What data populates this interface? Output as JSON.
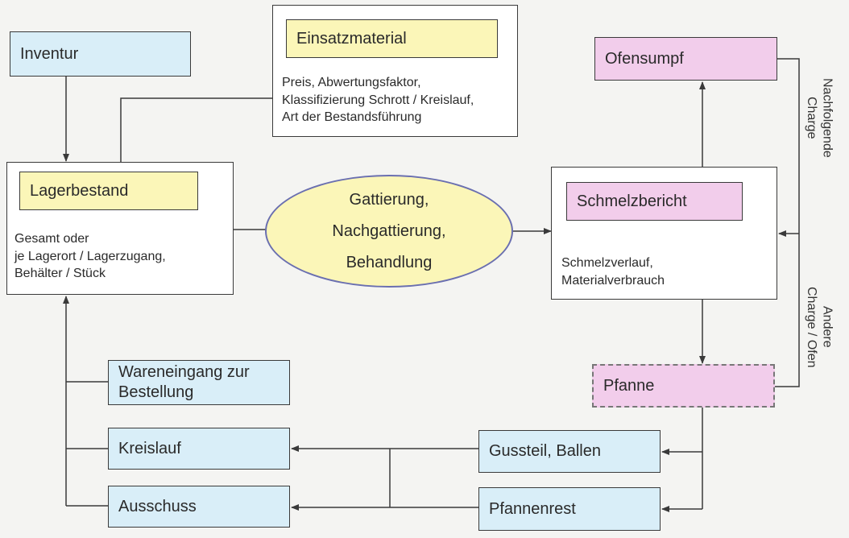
{
  "nodes": {
    "inventur": "Inventur",
    "einsatzmaterial": "Einsatzmaterial",
    "einsatzmaterial_desc": "Preis, Abwertungsfaktor,\nKlassifizierung Schrott / Kreislauf,\nArt der Bestandsführung",
    "lagerbestand": "Lagerbestand",
    "lagerbestand_desc": "Gesamt oder\nje Lagerort / Lagerzugang,\nBehälter / Stück",
    "gattierung": "Gattierung,\nNachgattierung,\nBehandlung",
    "ofensumpf": "Ofensumpf",
    "schmelzbericht": "Schmelzbericht",
    "schmelzbericht_desc": "Schmelzverlauf,\nMaterialverbrauch",
    "pfanne": "Pfanne",
    "wareneingang": "Wareneingang zur\nBestellung",
    "kreislauf": "Kreislauf",
    "ausschuss": "Ausschuss",
    "gussteil": "Gussteil, Ballen",
    "pfannenrest": "Pfannenrest"
  },
  "side_labels": {
    "nachfolgende_charge": "Nachfolgende\nCharge",
    "andere_charge": "Andere\nCharge / Ofen"
  },
  "colors": {
    "blue_fill": "#d9eef8",
    "yellow_fill": "#fbf6b8",
    "pink_fill": "#f2cdeb",
    "ellipse_border": "#6a6fb0",
    "line": "#3a3a3a"
  }
}
